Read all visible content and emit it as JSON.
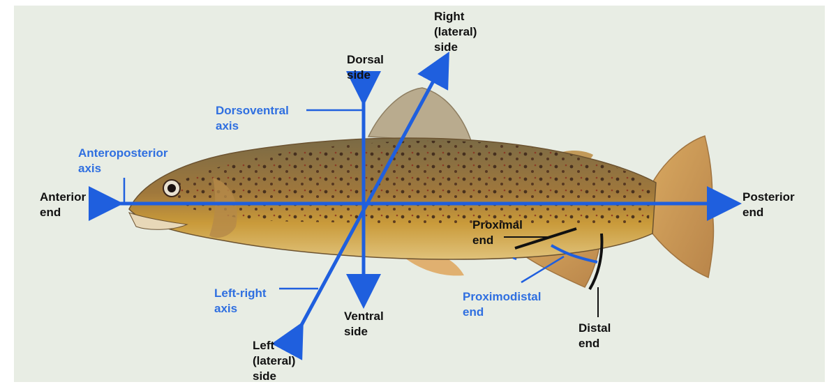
{
  "colors": {
    "background": "#e8ede4",
    "axis_blue": "#1f5fde",
    "label_black": "#111111",
    "label_blue": "#2f6fe0"
  },
  "illustration": "brown-trout",
  "labels": {
    "dorsal_side": "Dorsal\nside",
    "right_lateral_side": "Right\n(lateral)\nside",
    "dorsoventral_axis": "Dorsoventral\naxis",
    "anteroposterior_axis": "Anteroposterior\naxis",
    "anterior_end": "Anterior\nend",
    "posterior_end": "Posterior\nend",
    "proximal_end": "Proximal\nend",
    "proximodistal_end": "Proximodistal\nend",
    "distal_end": "Distal\nend",
    "left_right_axis": "Left-right\naxis",
    "ventral_side": "Ventral\nside",
    "left_lateral_side": "Left\n(lateral)\nside"
  }
}
